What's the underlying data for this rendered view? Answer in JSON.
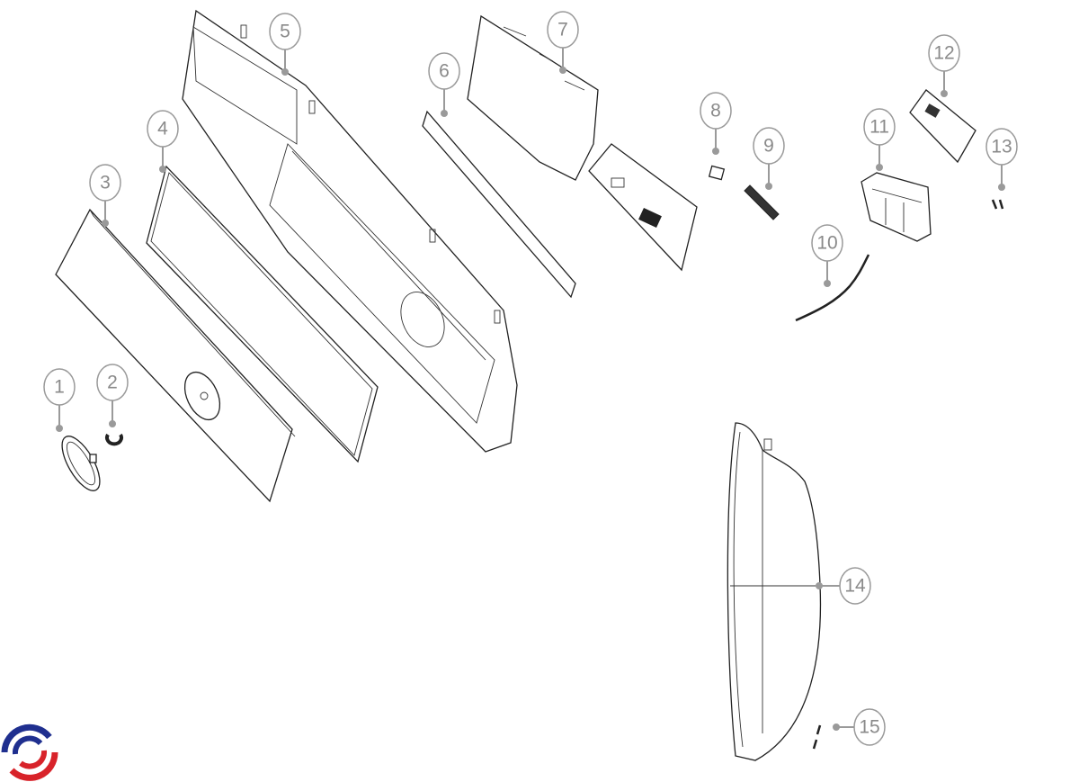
{
  "diagram": {
    "type": "exploded-parts-view",
    "callouts": [
      {
        "id": "1",
        "label": "1"
      },
      {
        "id": "2",
        "label": "2"
      },
      {
        "id": "3",
        "label": "3"
      },
      {
        "id": "4",
        "label": "4"
      },
      {
        "id": "5",
        "label": "5"
      },
      {
        "id": "6",
        "label": "6"
      },
      {
        "id": "7",
        "label": "7"
      },
      {
        "id": "8",
        "label": "8"
      },
      {
        "id": "9",
        "label": "9"
      },
      {
        "id": "10",
        "label": "10"
      },
      {
        "id": "11",
        "label": "11"
      },
      {
        "id": "12",
        "label": "12"
      },
      {
        "id": "13",
        "label": "13"
      },
      {
        "id": "14",
        "label": "14"
      },
      {
        "id": "15",
        "label": "15"
      }
    ]
  },
  "colors": {
    "callout": "#9a9a9a",
    "line": "#222222",
    "logo_blue": "#1f2f8f",
    "logo_red": "#d8232a"
  }
}
